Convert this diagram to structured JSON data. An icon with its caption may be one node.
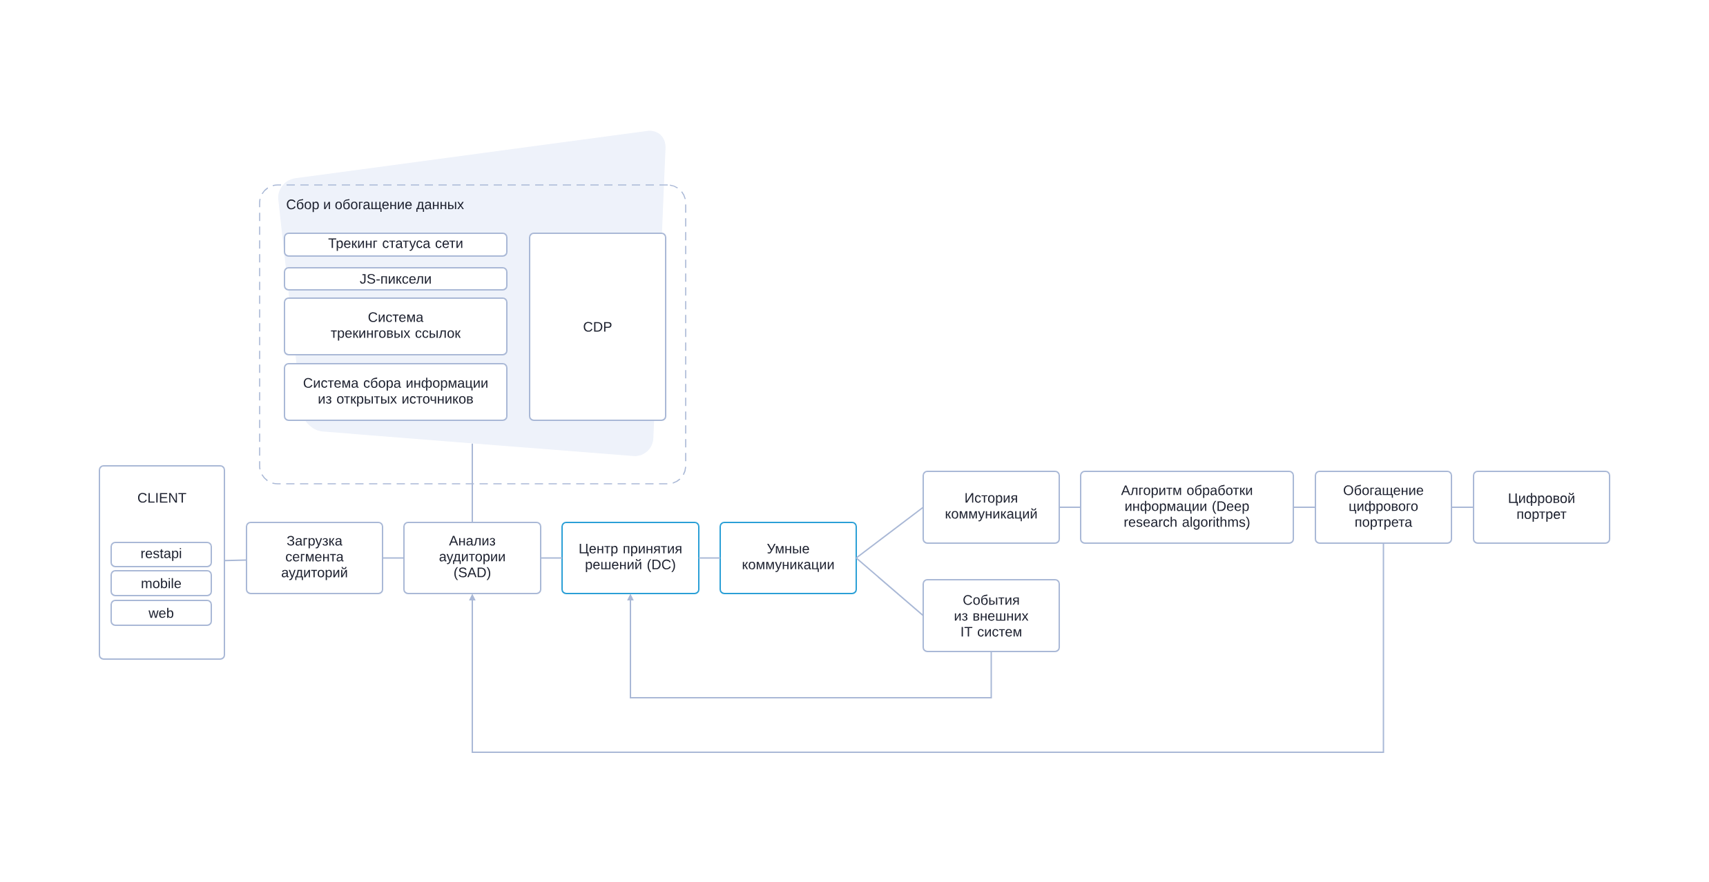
{
  "diagram": {
    "nodes": [
      {
        "text": [
          "Сбор и обогащение данных"
        ]
      },
      {
        "text": [
          "Трекинг статуса сети"
        ],
        "in": 0
      },
      {
        "text": [
          "JS-пиксели"
        ],
        "in": 0
      },
      {
        "text": [
          "Система трекинговых ссылок"
        ],
        "in": 0
      },
      {
        "text": [
          "Система сбора информации из открытых источников"
        ],
        "in": 0
      },
      {
        "text": [
          "CDP"
        ],
        "in": 0
      },
      {
        "text": [
          "CLIENT"
        ]
      },
      {
        "text": [
          "restapi"
        ],
        "in": 6
      },
      {
        "text": [
          "mobile"
        ],
        "in": 6
      },
      {
        "text": [
          "web"
        ],
        "in": 6
      },
      {
        "text": [
          "Загрузка сегмента аудиторий"
        ]
      },
      {
        "text": [
          "Анализ аудитории (SAD)"
        ]
      },
      {
        "text": [
          "Центр принятия решений (DC)"
        ]
      },
      {
        "text": [
          "Умные коммуникации"
        ]
      },
      {
        "text": [
          "История коммуникаций"
        ]
      },
      {
        "text": [
          "События из внешних IT систем"
        ]
      },
      {
        "text": [
          "Алгоритм обработки информации (Deep research algorithms)"
        ]
      },
      {
        "text": [
          "Обогащение цифрового портрета"
        ]
      },
      {
        "text": [
          "Цифровой портрет"
        ]
      }
    ],
    "edges": [
      {
        "from": 6,
        "to": 10,
        "arrow": "none"
      },
      {
        "from": 10,
        "to": 11,
        "arrow": "none"
      },
      {
        "from": 11,
        "to": 12,
        "arrow": "none"
      },
      {
        "from": 12,
        "to": 13,
        "arrow": "none"
      },
      {
        "from": 13,
        "to": 14,
        "arrow": "none"
      },
      {
        "from": 13,
        "to": 15,
        "arrow": "none"
      },
      {
        "from": 14,
        "to": 16,
        "arrow": "none"
      },
      {
        "from": 16,
        "to": 17,
        "arrow": "none"
      },
      {
        "from": 17,
        "to": 18,
        "arrow": "none"
      },
      {
        "from": 15,
        "to": 12,
        "arrow": "to"
      },
      {
        "from": 17,
        "to": 11,
        "arrow": "to"
      },
      {
        "from": 0,
        "to": 11,
        "arrow": "none"
      }
    ]
  }
}
